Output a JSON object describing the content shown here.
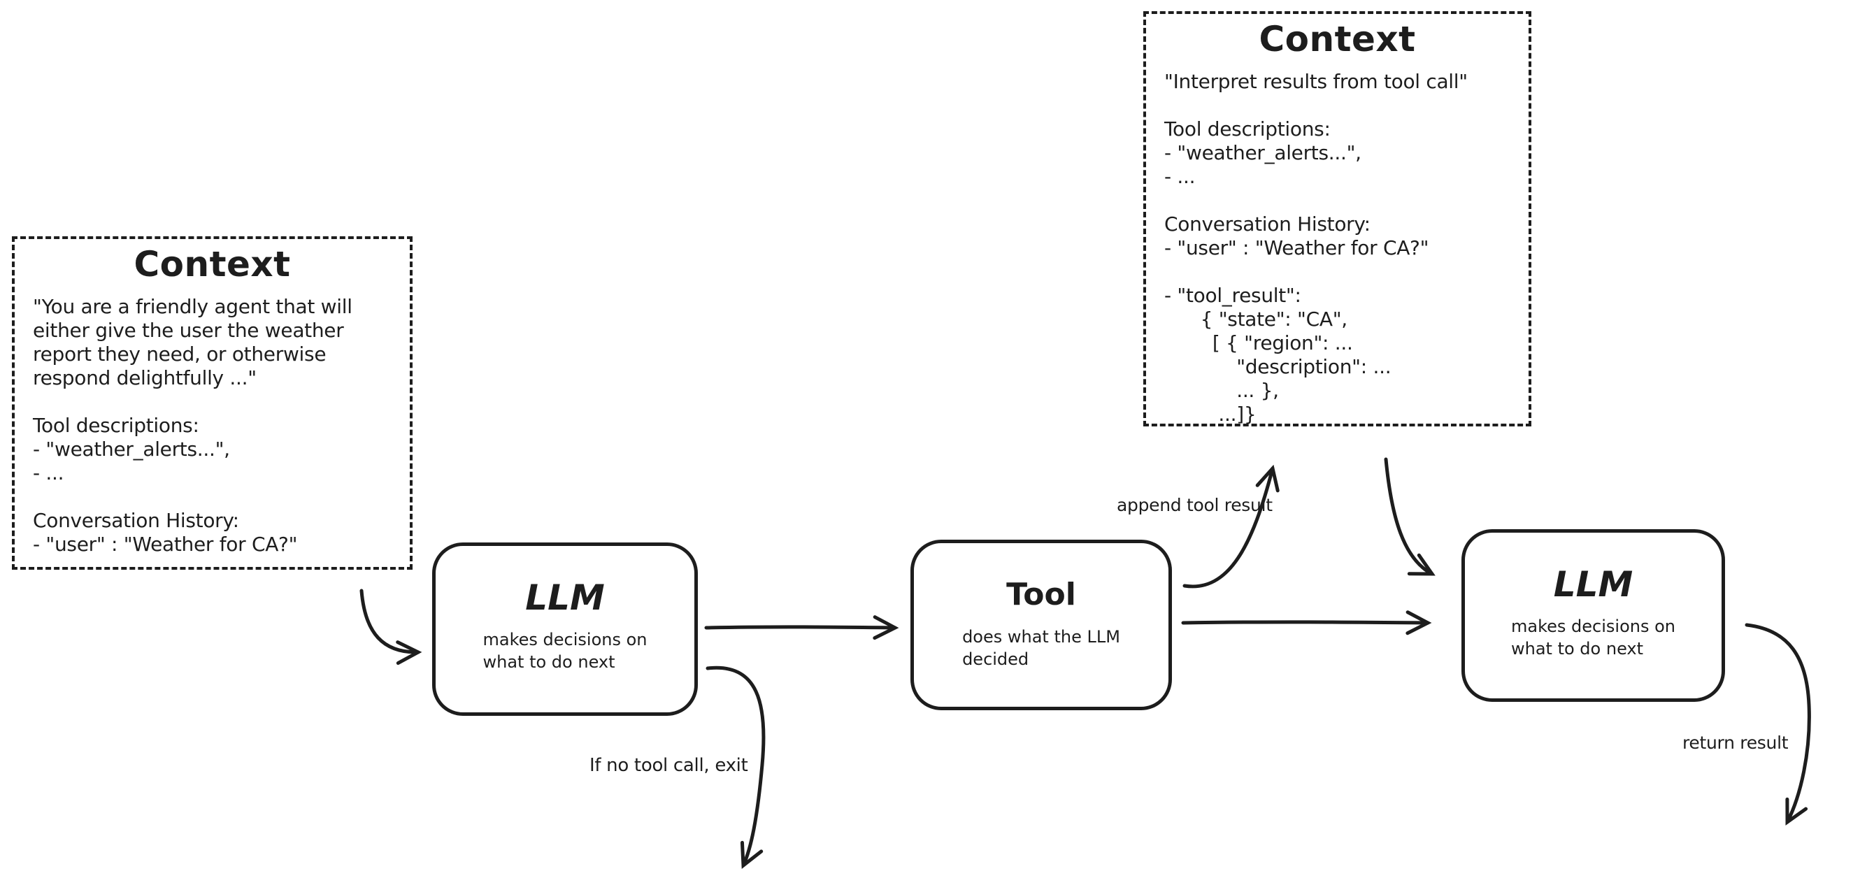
{
  "colors": {
    "ink": "#1d1d1d",
    "background": "#ffffff"
  },
  "context_box_initial": {
    "title": "Context",
    "body": "\"You are a friendly agent that will\neither give the user the weather\nreport they need, or otherwise\nrespond delightfully ...\"\n\nTool descriptions:\n- \"weather_alerts...\",\n- ...\n\nConversation History:\n- \"user\" : \"Weather for CA?\""
  },
  "context_box_after_tool": {
    "title": "Context",
    "body": "\"Interpret results from tool call\"\n\nTool descriptions:\n- \"weather_alerts...\",\n- ...\n\nConversation History:\n- \"user\" : \"Weather for CA?\"\n\n- \"tool_result\":\n      { \"state\": \"CA\",\n        [ { \"region\": ...\n            \"description\": ...\n            ... },\n         ...]}"
  },
  "llm_node_1": {
    "title": "LLM",
    "subtitle": "makes decisions on\nwhat to do next"
  },
  "tool_node": {
    "title": "Tool",
    "subtitle": "does what the LLM\ndecided"
  },
  "llm_node_2": {
    "title": "LLM",
    "subtitle": "makes decisions on\nwhat to do next"
  },
  "labels": {
    "append_tool_result": "append tool result",
    "if_no_tool_call_exit": "If no tool call, exit",
    "return_result": "return result"
  }
}
